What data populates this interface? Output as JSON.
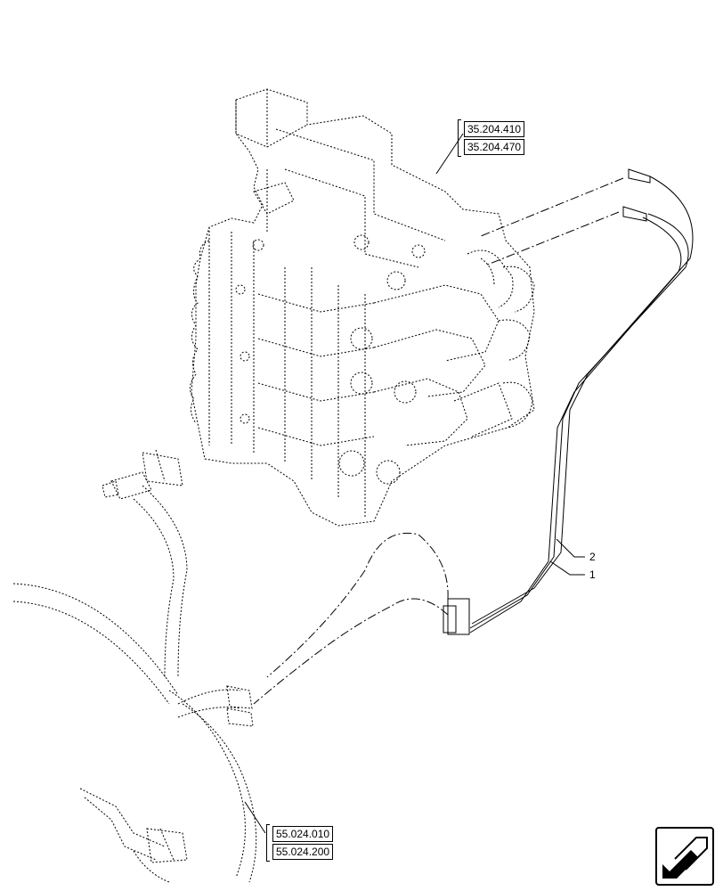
{
  "references": {
    "top": [
      "35.204.410",
      "35.204.470"
    ],
    "bottom": [
      "55.024.010",
      "55.024.200"
    ]
  },
  "callouts": [
    "2",
    "1"
  ],
  "icons": {
    "navigation": "previous-page-arrow-icon"
  }
}
